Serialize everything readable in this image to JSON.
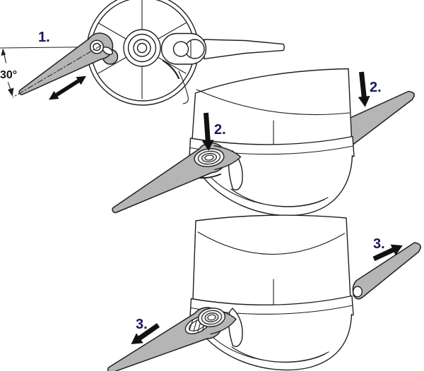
{
  "figure": {
    "description": "Three-step instruction diagram for mounting and removing a polymer cutting blade on a trimmer mowing head",
    "colors": {
      "outline": "#1f1f1f",
      "blade_fill": "#b5b5b5",
      "label": "#17175c",
      "arrow": "#111111",
      "grommet_light": "#ededed",
      "grommet_mid": "#e0e0e0",
      "background": "#ffffff"
    },
    "step1": {
      "label": "1.",
      "angle_label": "30°"
    },
    "step2": {
      "left_label": "2.",
      "right_label": "2."
    },
    "step3": {
      "left_label": "3.",
      "right_label": "3."
    }
  }
}
